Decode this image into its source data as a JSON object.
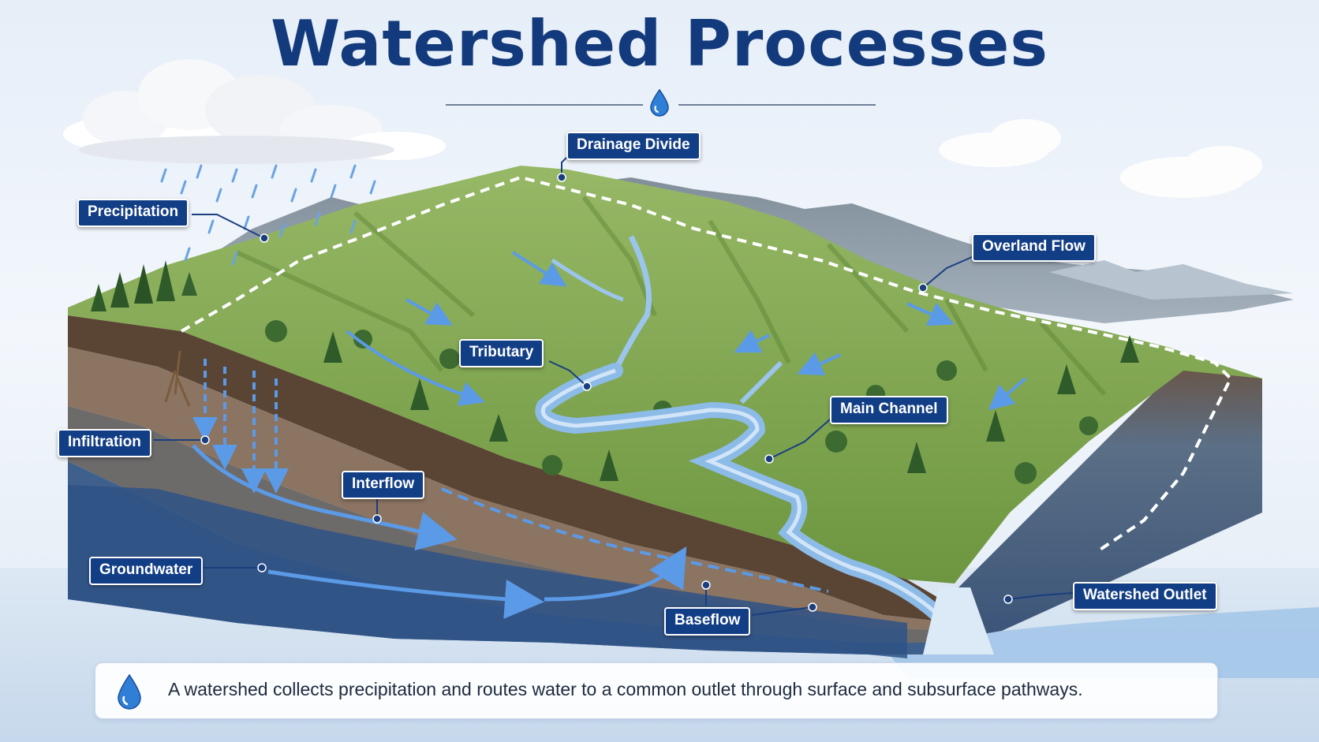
{
  "title": "Watershed Processes",
  "labels": {
    "drainage_divide": "Drainage Divide",
    "precipitation": "Precipitation",
    "overland_flow": "Overland Flow",
    "tributary": "Tributary",
    "main_channel": "Main Channel",
    "infiltration": "Infiltration",
    "interflow": "Interflow",
    "groundwater": "Groundwater",
    "baseflow": "Baseflow",
    "watershed_outlet": "Watershed Outlet"
  },
  "caption": "A watershed collects precipitation and routes water to a common outlet through surface and subsurface pathways.",
  "colors": {
    "title": "#133a7c",
    "label_bg": "#123e86",
    "water_arrow": "#5b9ae6",
    "river": "#7fb3e6",
    "grass": "#7ea34a",
    "soil": "#6b5442",
    "bedrock": "#3f5f8c"
  },
  "icons": [
    "water-drop-icon",
    "cloud-icon",
    "rain-icon",
    "tree-icon"
  ]
}
